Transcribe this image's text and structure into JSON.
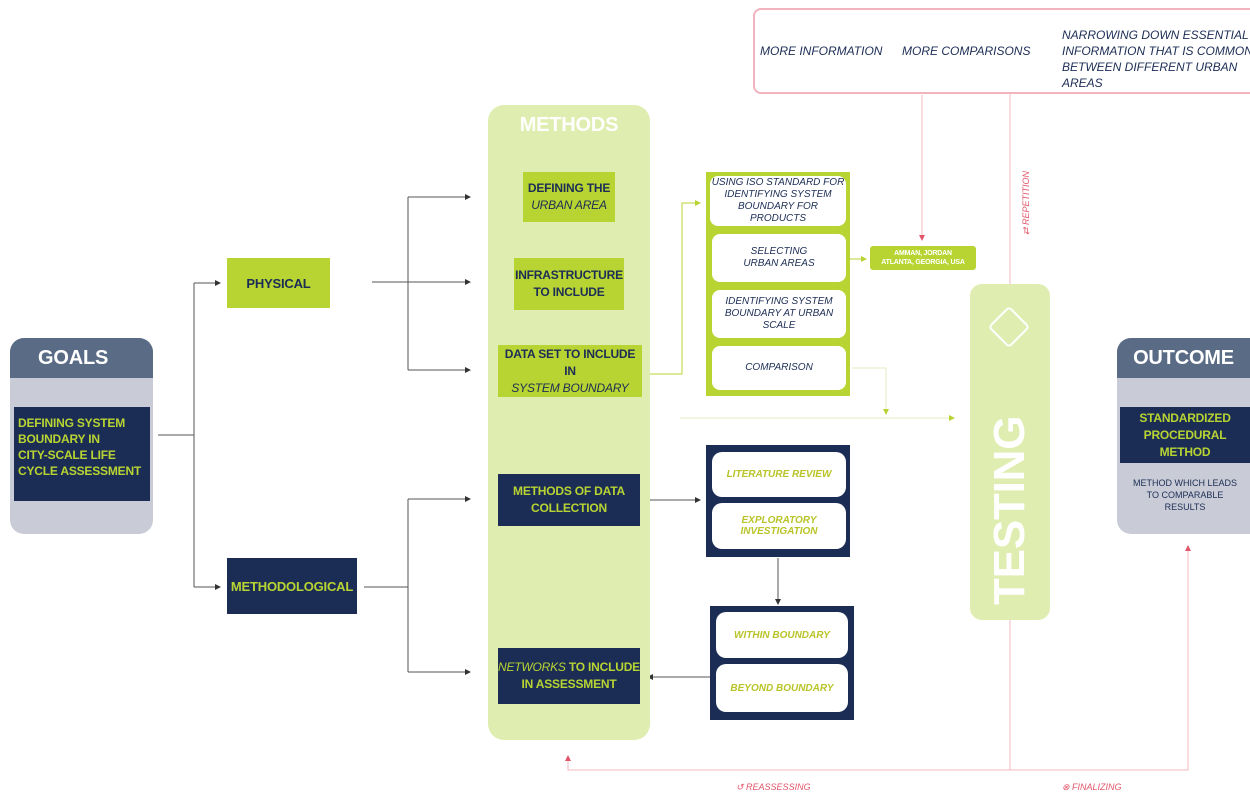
{
  "top_box": {
    "step1": "MORE INFORMATION",
    "step2": "MORE COMPARISONS",
    "step3_line1": "NARROWING DOWN ESSENTIAL",
    "step3_line2": "INFORMATION THAT IS COMMON",
    "step3_line3": "BETWEEN DIFFERENT URBAN AREAS"
  },
  "goals": {
    "title": "GOALS",
    "text_lines": [
      "DEFINING SYSTEM",
      "BOUNDARY IN",
      "CITY-SCALE LIFE",
      "CYCLE ASSESSMENT"
    ]
  },
  "branches": {
    "physical": "PHYSICAL",
    "methodological": "METHODOLOGICAL"
  },
  "methods": {
    "title": "METHODS",
    "defining_line1": "DEFINING THE",
    "defining_line2": "URBAN AREA",
    "infra_line1": "INFRASTRUCTURE",
    "infra_line2": "TO INCLUDE",
    "dataset_line1": "DATA SET TO INCLUDE IN",
    "dataset_line2": "SYSTEM BOUNDARY",
    "collection_line1": "METHODS OF DATA",
    "collection_line2": "COLLECTION",
    "networks_italic": "NETWORKS",
    "networks_rest": " TO INCLUDE",
    "networks_line2": "IN ASSESSMENT"
  },
  "system_steps": {
    "iso_line1": "USING ISO STANDARD FOR",
    "iso_line2": "IDENTIFYING SYSTEM",
    "iso_line3": "BOUNDARY FOR PRODUCTS",
    "selecting_line1": "SELECTING",
    "selecting_line2": "URBAN AREAS",
    "identifying_line1": "IDENTIFYING SYSTEM",
    "identifying_line2": "BOUNDARY AT URBAN SCALE",
    "comparison": "COMPARISON"
  },
  "cities": {
    "line1": "AMMAN, JORDAN",
    "line2": "ATLANTA, GEORGIA, USA"
  },
  "collection_methods": {
    "literature": "LITERATURE REVIEW",
    "exploratory": "EXPLORATORY INVESTIGATION"
  },
  "boundary": {
    "within": "WITHIN BOUNDARY",
    "beyond": "BEYOND BOUNDARY"
  },
  "testing": {
    "label": "TESTING",
    "repetition": "REPETITION"
  },
  "outcome": {
    "title": "OUTCOME",
    "result_line1": "STANDARDIZED",
    "result_line2": "PROCEDURAL METHOD",
    "desc_line1": "METHOD WHICH LEADS",
    "desc_line2": "TO COMPARABLE",
    "desc_line3": "RESULTS"
  },
  "feedback": {
    "reassessing": "REASSESSING",
    "finalizing": "FINALIZING"
  },
  "colors": {
    "green": "#b8d432",
    "light_green": "#dfedb0",
    "navy": "#1c2d55",
    "red_arrow": "#e2566b",
    "goal_grey": "#c9ccd6"
  }
}
